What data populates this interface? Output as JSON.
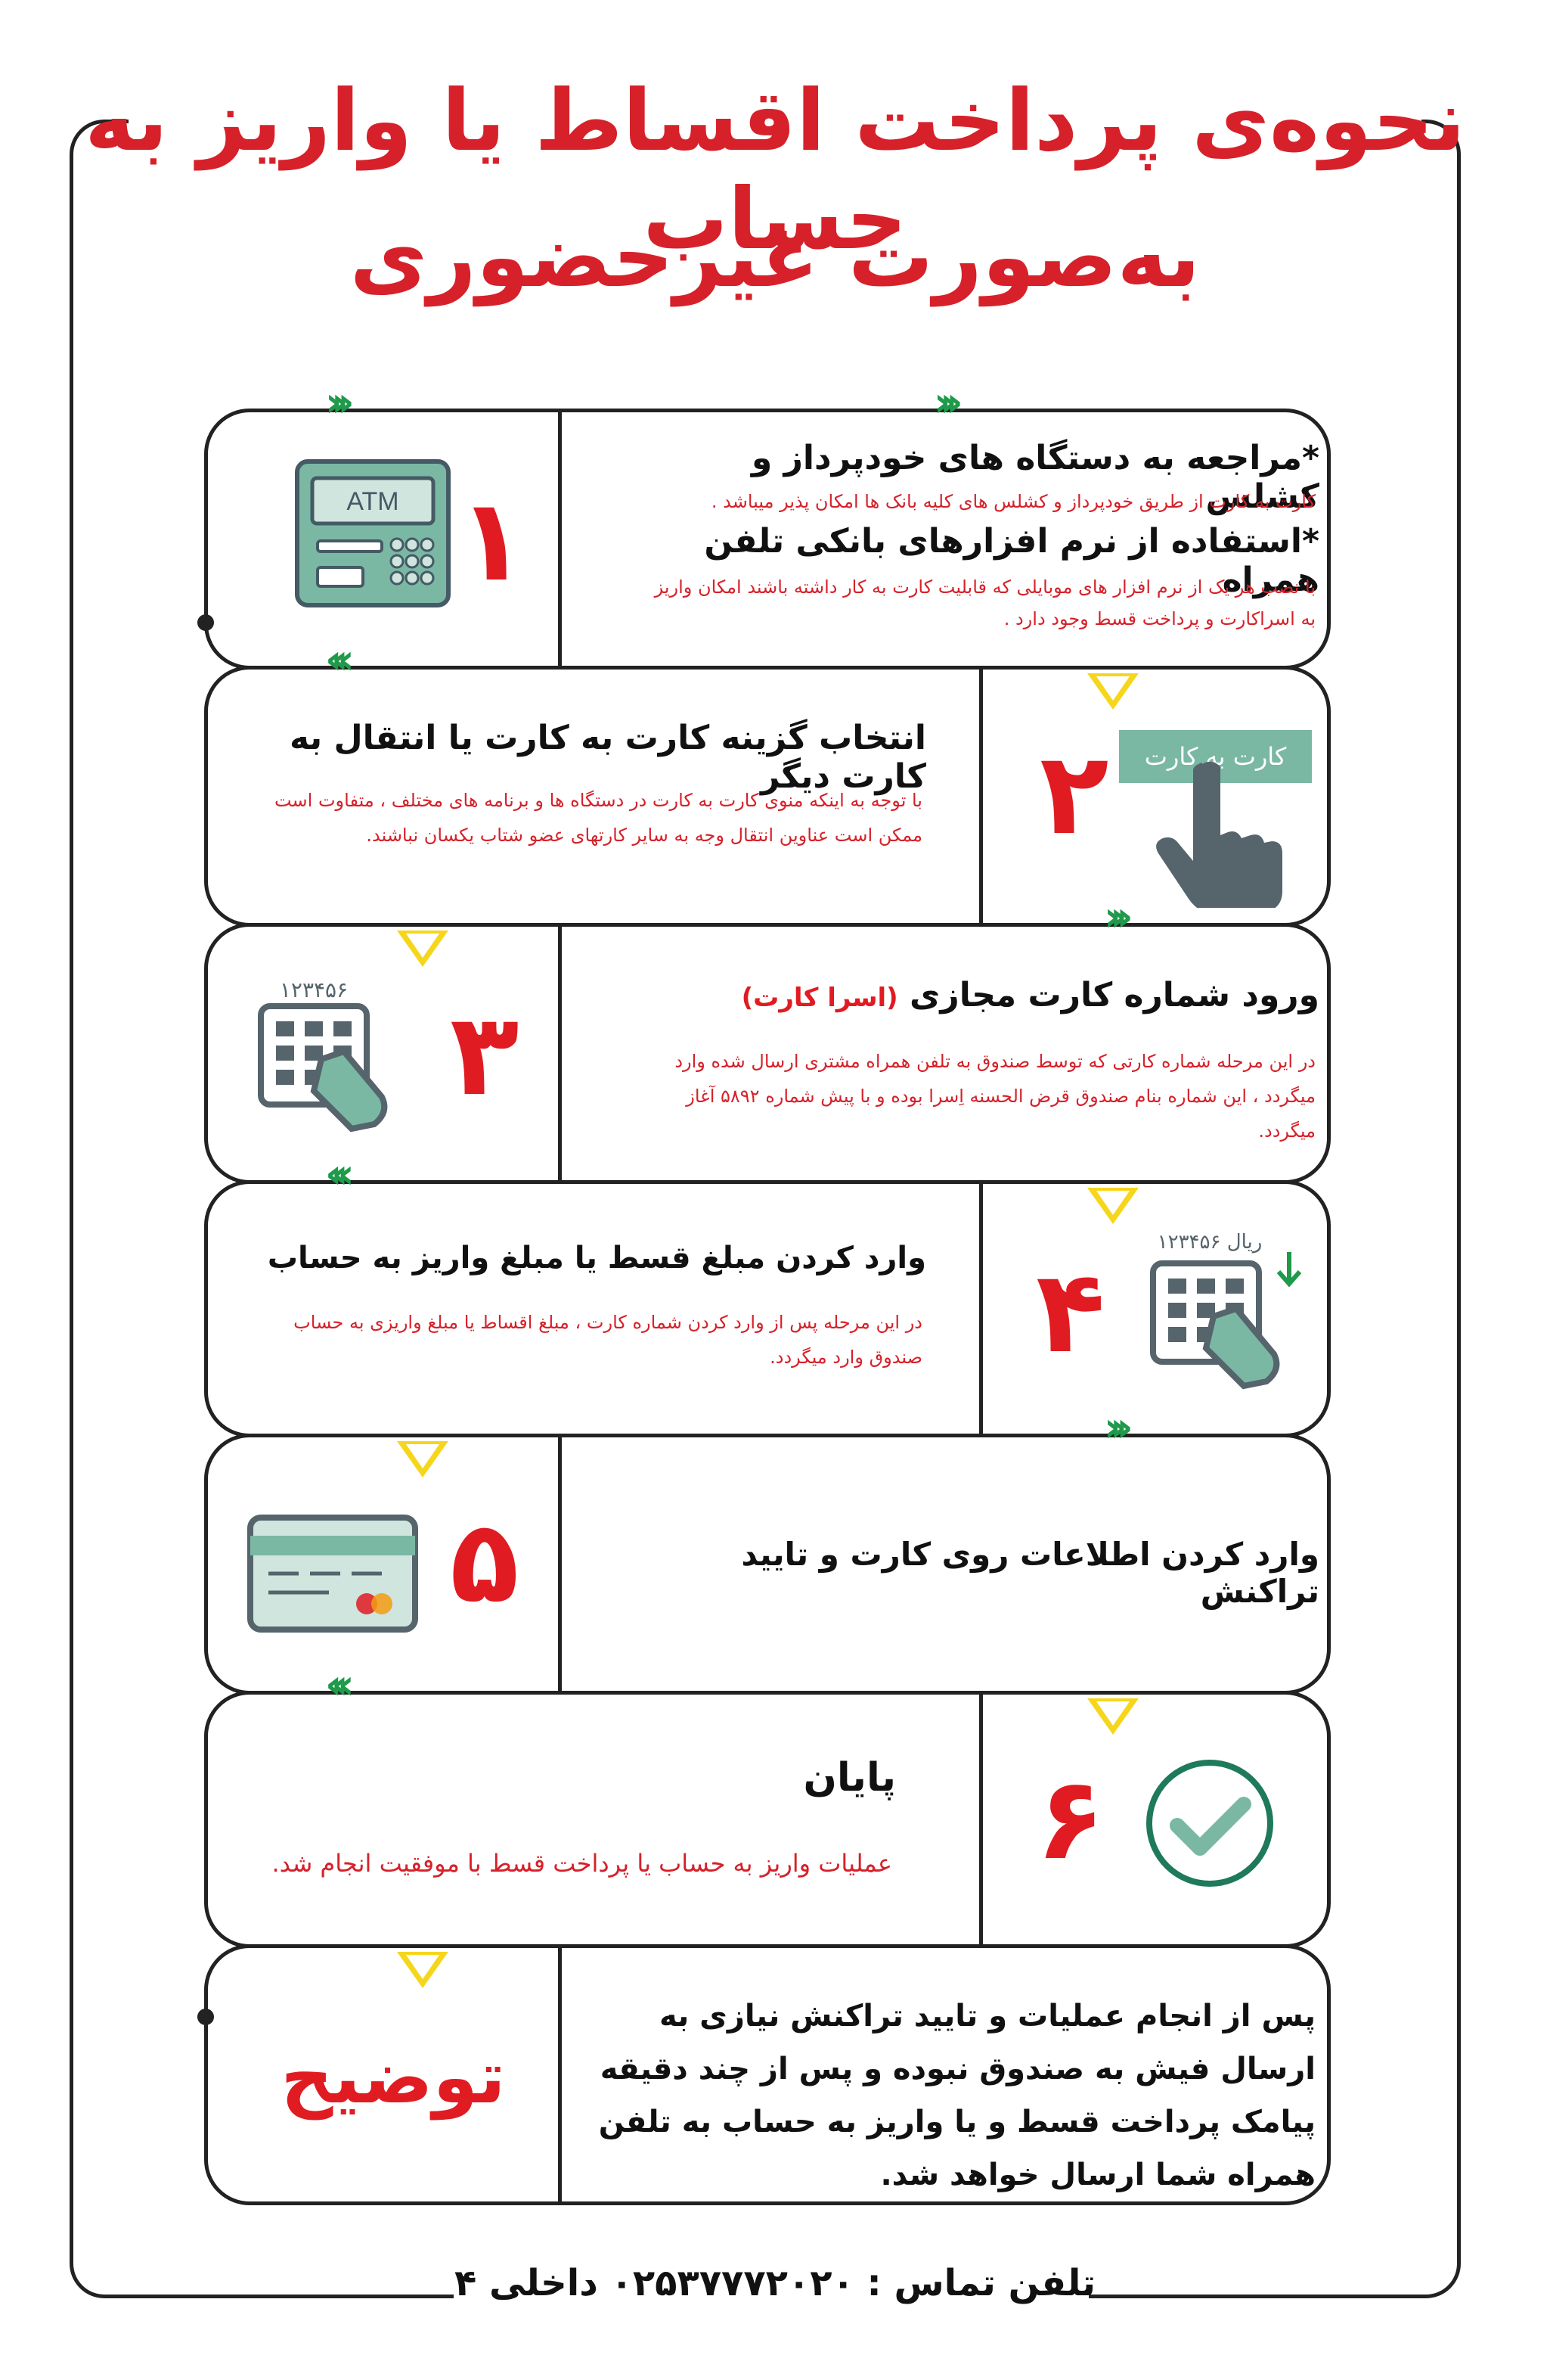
{
  "title": {
    "line1": "نحوه‌ی پرداخت اقساط یا واریز به حساب",
    "line2": "به‌صورت غیرحضوری"
  },
  "steps": [
    {
      "number": "۱",
      "title_a": "*مراجعه به دستگاه های خودپرداز و کشلس",
      "desc_a": "کارت به کارت از طریق خودپرداز و کشلس های کلیه بانک ها امکان پذیر میباشد .",
      "title_b": "*استفاده از نرم افزارهای بانکی  تلفن همراه",
      "desc_b": "با نصب هر یک از نرم افزار های موبایلی که قابلیت کارت به کار داشته باشند امکان واریز به اسراکارت و پرداخت قسط وجود دارد .",
      "icon": "atm-icon",
      "icon_text": "ATM"
    },
    {
      "number": "۲",
      "title": "انتخاب گزینه کارت به کارت یا انتقال به کارت دیگر",
      "desc": "با توجه به اینکه منوی کارت به کارت در دستگاه ها و برنامه های مختلف ، متفاوت است ممکن است عناوین انتقال وجه به سایر کارتهای عضو شتاب یکسان نباشند.",
      "icon": "hand-pointer-icon",
      "icon_text": "کارت به کارت"
    },
    {
      "number": "۳",
      "title": "ورود شماره کارت مجازی",
      "title_tag": "(اسرا کارت)",
      "desc": "در این مرحله شماره کارتی که توسط صندوق به تلفن همراه مشتری ارسال شده وارد میگردد ، این شماره بنام صندوق قرض الحسنه اِسرا بوده و با پیش شماره ۵۸۹۲ آغاز میگردد.",
      "icon": "keypad-hand-icon",
      "icon_text": "۱۲۳۴۵۶"
    },
    {
      "number": "۴",
      "title": "وارد کردن مبلغ قسط یا مبلغ واریز به حساب",
      "desc": "در این مرحله پس از وارد کردن شماره کارت ، مبلغ اقساط یا مبلغ واریزی به حساب صندوق وارد میگردد.",
      "icon": "keypad-amount-icon",
      "icon_text": "ریال ۱۲۳۴۵۶"
    },
    {
      "number": "۵",
      "title": "وارد کردن اطلاعات روی کارت  و تایید تراکنش",
      "icon": "credit-card-icon"
    },
    {
      "number": "۶",
      "title": "پایان",
      "desc": "عملیات واریز به حساب یا پرداخت قسط  با موفقیت انجام شد.",
      "icon": "check-circle-icon"
    }
  ],
  "explanation": {
    "label": "توضیح",
    "text": "پس از انجام عملیات و تایید تراکنش نیازی به ارسال فیش به صندوق نبوده و پس از چند دقیقه پیامک پرداخت قسط و یا واریز به حساب به تلفن همراه شما ارسال خواهد شد."
  },
  "footer": {
    "contact": "تلفن تماس : ۰۲۵۳۷۷۷۲۰۲۰ داخلی ۴"
  },
  "colors": {
    "accent_red": "#e11b22",
    "chevron_green": "#1e9a4a",
    "triangle_yellow": "#f6d61c",
    "icon_teal": "#7ab8a4",
    "icon_gray": "#56646c"
  }
}
